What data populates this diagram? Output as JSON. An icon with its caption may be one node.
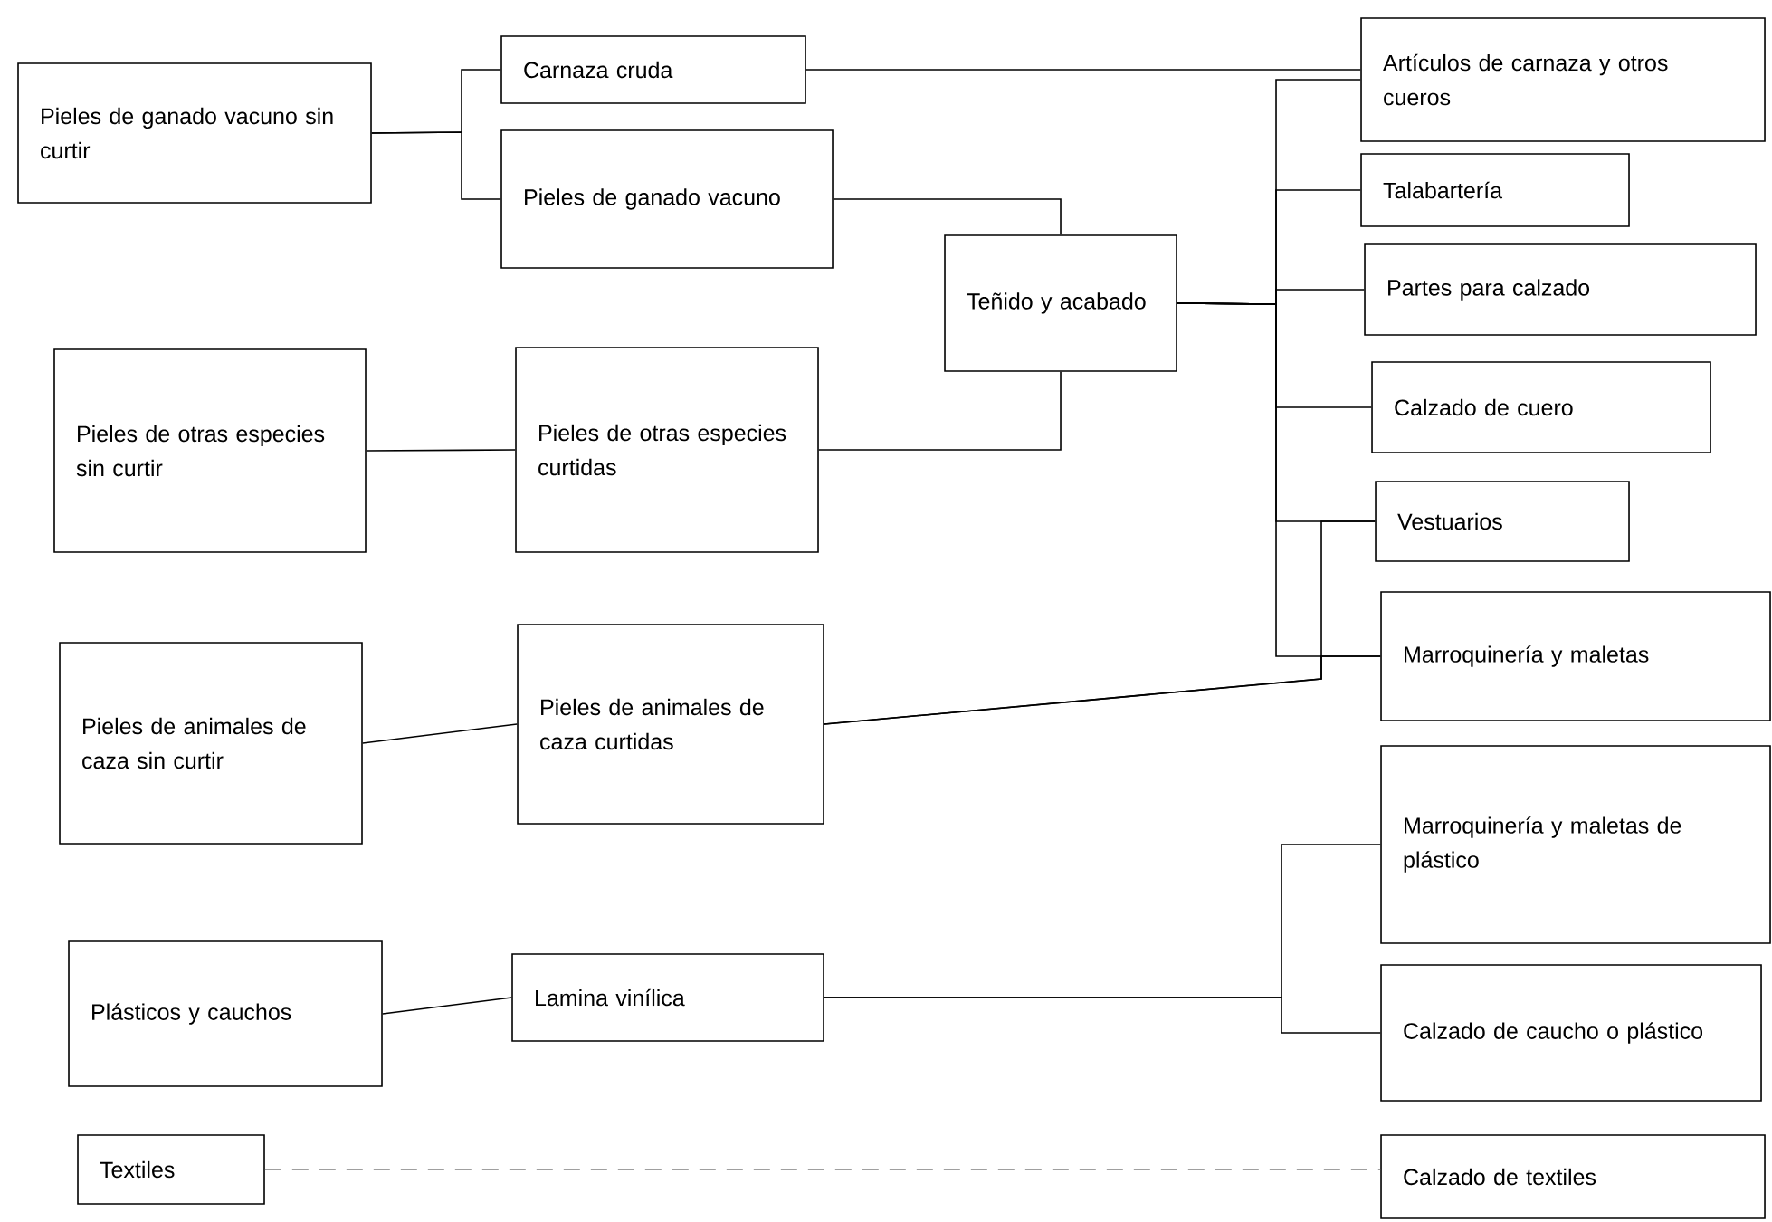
{
  "diagram": {
    "nodes": [
      {
        "text": [
          "Pieles de ganado vacuno sin curtir"
        ]
      },
      {
        "text": [
          "Carnaza cruda"
        ]
      },
      {
        "text": [
          "Pieles de ganado vacuno"
        ]
      },
      {
        "text": [
          "Artículos de carnaza y otros cueros"
        ]
      },
      {
        "text": [
          "Talabartería"
        ]
      },
      {
        "text": [
          "Teñido y acabado"
        ]
      },
      {
        "text": [
          "Partes para calzado"
        ]
      },
      {
        "text": [
          "Pieles de otras especies sin curtir"
        ]
      },
      {
        "text": [
          "Pieles de otras especies curtidas"
        ]
      },
      {
        "text": [
          "Calzado de cuero"
        ]
      },
      {
        "text": [
          "Vestuarios"
        ]
      },
      {
        "text": [
          "Marroquinería y maletas"
        ]
      },
      {
        "text": [
          "Pieles de animales de caza sin curtir"
        ]
      },
      {
        "text": [
          "Pieles de animales de caza  curtidas"
        ]
      },
      {
        "text": [
          "Marroquinería y maletas de plástico"
        ]
      },
      {
        "text": [
          "Plásticos y cauchos"
        ]
      },
      {
        "text": [
          "Lamina vinílica"
        ]
      },
      {
        "text": [
          "Calzado de caucho o plástico"
        ]
      },
      {
        "text": [
          "Textiles"
        ]
      },
      {
        "text": [
          "Calzado de textiles"
        ]
      }
    ],
    "edges": [
      {
        "from": 0,
        "to": 1,
        "arrow": "none"
      },
      {
        "from": 0,
        "to": 2,
        "arrow": "none"
      },
      {
        "from": 1,
        "to": 3,
        "arrow": "none"
      },
      {
        "from": 2,
        "to": 5,
        "arrow": "none"
      },
      {
        "from": 8,
        "to": 5,
        "arrow": "none"
      },
      {
        "from": 7,
        "to": 8,
        "arrow": "none"
      },
      {
        "from": 5,
        "to": 3,
        "arrow": "none"
      },
      {
        "from": 5,
        "to": 4,
        "arrow": "none"
      },
      {
        "from": 5,
        "to": 6,
        "arrow": "none"
      },
      {
        "from": 5,
        "to": 9,
        "arrow": "none"
      },
      {
        "from": 5,
        "to": 10,
        "arrow": "none"
      },
      {
        "from": 5,
        "to": 11,
        "arrow": "none"
      },
      {
        "from": 12,
        "to": 13,
        "arrow": "none"
      },
      {
        "from": 13,
        "to": 10,
        "arrow": "none"
      },
      {
        "from": 13,
        "to": 11,
        "arrow": "none"
      },
      {
        "from": 15,
        "to": 16,
        "arrow": "none"
      },
      {
        "from": 16,
        "to": 14,
        "arrow": "none"
      },
      {
        "from": 16,
        "to": 17,
        "arrow": "none"
      },
      {
        "from": 18,
        "to": 19,
        "arrow": "none",
        "style": "dashed",
        "color": "#808080"
      }
    ]
  }
}
